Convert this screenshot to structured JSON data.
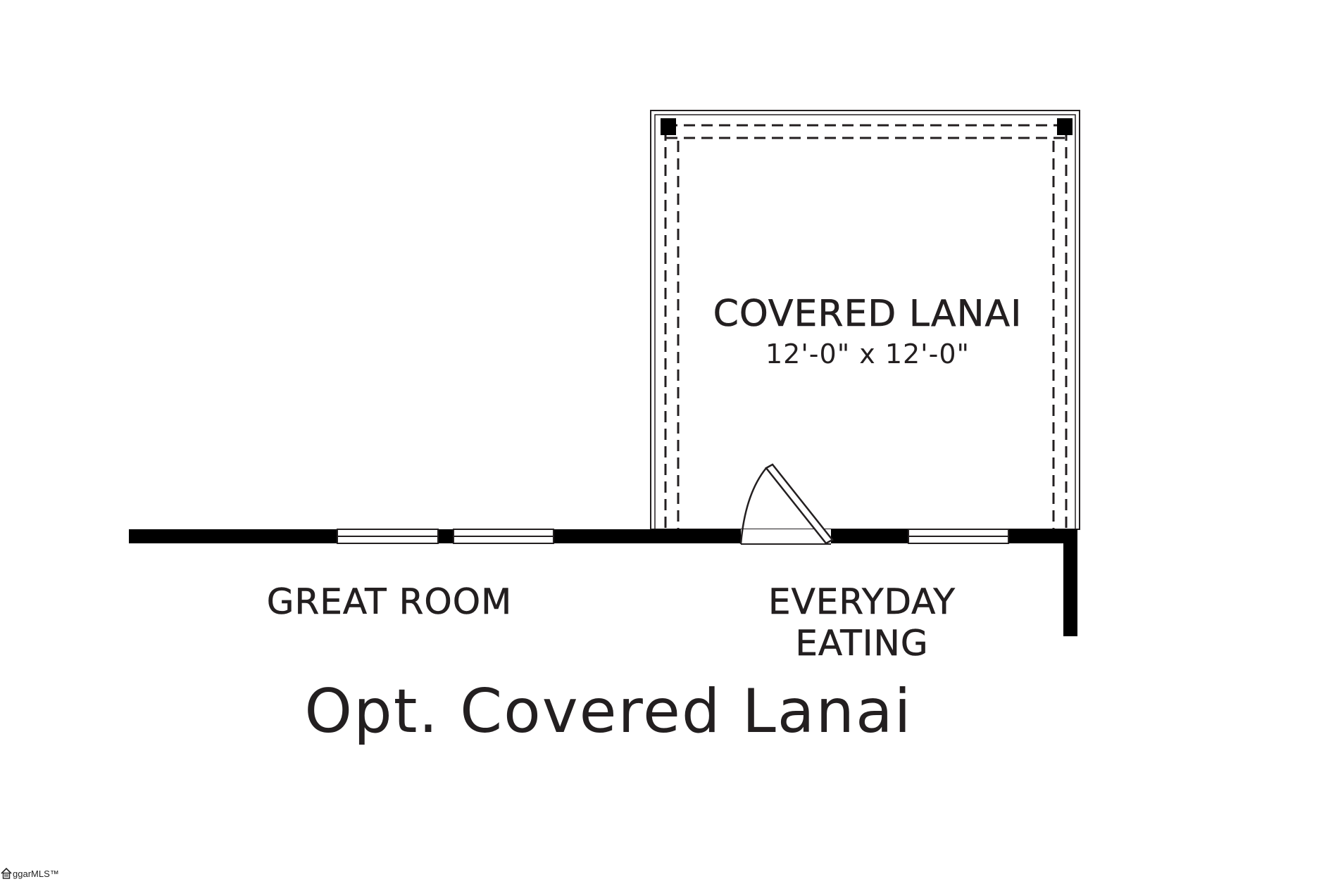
{
  "plan": {
    "title": "Opt. Covered Lanai",
    "rooms": {
      "lanai": {
        "name": "COVERED LANAI",
        "dimensions": "12'-0\" x 12'-0\""
      },
      "great_room": {
        "name": "GREAT ROOM"
      },
      "everyday_eating": {
        "name_line1": "EVERYDAY",
        "name_line2": "EATING"
      }
    }
  },
  "watermark": {
    "text": "ggarMLS™",
    "icon": "house-icon"
  },
  "colors": {
    "ink": "#231f20",
    "wall": "#000000",
    "background": "#ffffff"
  }
}
